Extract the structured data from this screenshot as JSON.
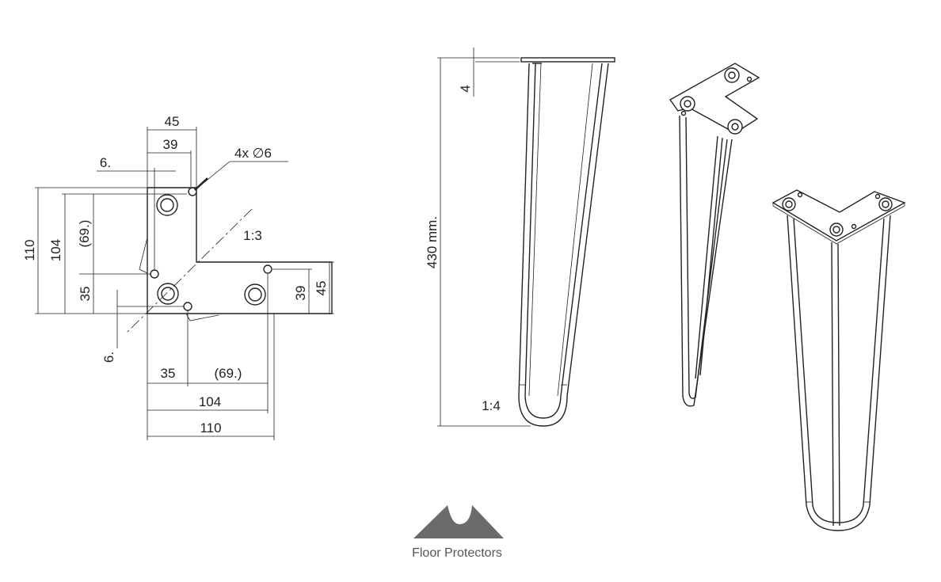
{
  "plate_view": {
    "top_dims": [
      "45",
      "39"
    ],
    "hole_callout": "4x ∅6",
    "offset_top": "6.",
    "left_dims": [
      "110",
      "104",
      "(69.)",
      "35"
    ],
    "detail_scale": "1:3",
    "right_dims": [
      "39",
      "45"
    ],
    "offset_bottom": "6.",
    "bottom_dims": [
      "35",
      "(69.)",
      "104",
      "110"
    ]
  },
  "leg_view": {
    "plate_thickness": "4",
    "height": "430 mm.",
    "detail_scale": "1:4"
  },
  "logo": {
    "label": "Floor Protectors",
    "color": "#6b6b6b"
  }
}
